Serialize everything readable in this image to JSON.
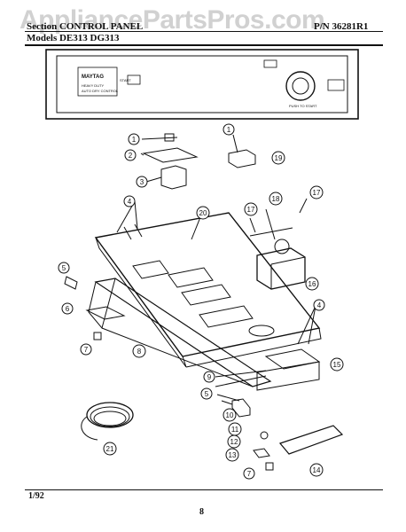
{
  "watermark": "AppliancePartsPros.com",
  "header": {
    "section": "Section CONTROL PANEL",
    "models": "Models DE313 DG313",
    "part_number": "P/N 36281R1"
  },
  "panel_text": {
    "brand": "MAYTAG",
    "feature_line_1": "HEAVY DUTY",
    "feature_line_2": "AUTO DRY CONTROL",
    "start": "START",
    "push_to_start": "PUSH TO START"
  },
  "callouts": [
    "1",
    "2",
    "3",
    "1",
    "19",
    "4",
    "20",
    "18",
    "17",
    "17",
    "5",
    "6",
    "7",
    "8",
    "4",
    "16",
    "9",
    "15",
    "5",
    "10",
    "11",
    "12",
    "13",
    "7",
    "14",
    "21"
  ],
  "footer": {
    "date": "1/92",
    "page": "8"
  }
}
